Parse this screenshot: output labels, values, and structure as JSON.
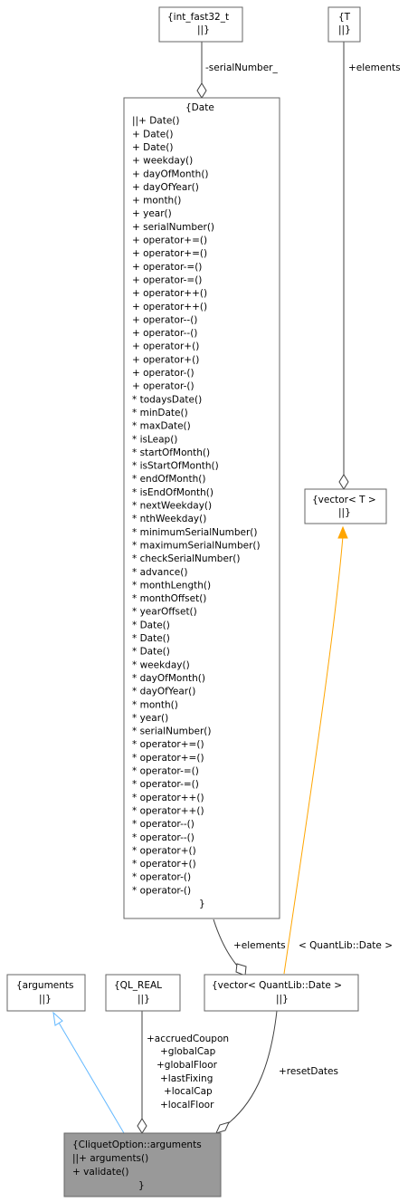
{
  "nodes": {
    "int_fast32": {
      "lines": [
        "{int_fast32_t",
        "||}"
      ]
    },
    "T": {
      "lines": [
        "{T",
        "||}"
      ]
    },
    "date": {
      "lines": [
        "{Date",
        "||+ Date()",
        "+ Date()",
        "+ Date()",
        "+ weekday()",
        "+ dayOfMonth()",
        "+ dayOfYear()",
        "+ month()",
        "+ year()",
        "+ serialNumber()",
        "+ operator+=()",
        "+ operator+=()",
        "+ operator-=()",
        "+ operator-=()",
        "+ operator++()",
        "+ operator++()",
        "+ operator--()",
        "+ operator--()",
        "+ operator+()",
        "+ operator+()",
        "+ operator-()",
        "+ operator-()",
        "* todaysDate()",
        "* minDate()",
        "* maxDate()",
        "* isLeap()",
        "* startOfMonth()",
        "* isStartOfMonth()",
        "* endOfMonth()",
        "* isEndOfMonth()",
        "* nextWeekday()",
        "* nthWeekday()",
        "* minimumSerialNumber()",
        "* maximumSerialNumber()",
        "* checkSerialNumber()",
        "* advance()",
        "* monthLength()",
        "* monthOffset()",
        "* yearOffset()",
        "* Date()",
        "* Date()",
        "* Date()",
        "* weekday()",
        "* dayOfMonth()",
        "* dayOfYear()",
        "* month()",
        "* year()",
        "* serialNumber()",
        "* operator+=()",
        "* operator+=()",
        "* operator-=()",
        "* operator-=()",
        "* operator++()",
        "* operator++()",
        "* operator--()",
        "* operator--()",
        "* operator+()",
        "* operator+()",
        "* operator-()",
        "* operator-()",
        "}"
      ]
    },
    "vectorT": {
      "lines": [
        "{vector< T >",
        "||}"
      ]
    },
    "arguments": {
      "lines": [
        "{arguments",
        "||}"
      ]
    },
    "ql_real": {
      "lines": [
        "{QL_REAL",
        "||}"
      ]
    },
    "vectorDate": {
      "lines": [
        "{vector< QuantLib::Date >",
        "||}"
      ]
    },
    "cliquet": {
      "lines": [
        "{CliquetOption::arguments",
        "||+ arguments()",
        "+ validate()",
        "}"
      ]
    }
  },
  "edges": {
    "serial_label": "-serialNumber_",
    "T_elements_label": "+elements",
    "date_elements_label": "+elements",
    "template_label": "< QuantLib::Date >",
    "qlreal_labels": [
      "+accruedCoupon",
      "+globalCap",
      "+globalFloor",
      "+lastFixing",
      "+localCap",
      "+localFloor"
    ],
    "reset_label": "+resetDates"
  },
  "colors": {
    "inheritance": "#63b8ff",
    "template": "#ffa500",
    "edge": "#404040",
    "highlight_fill": "#999999",
    "node_border": "#666666"
  }
}
